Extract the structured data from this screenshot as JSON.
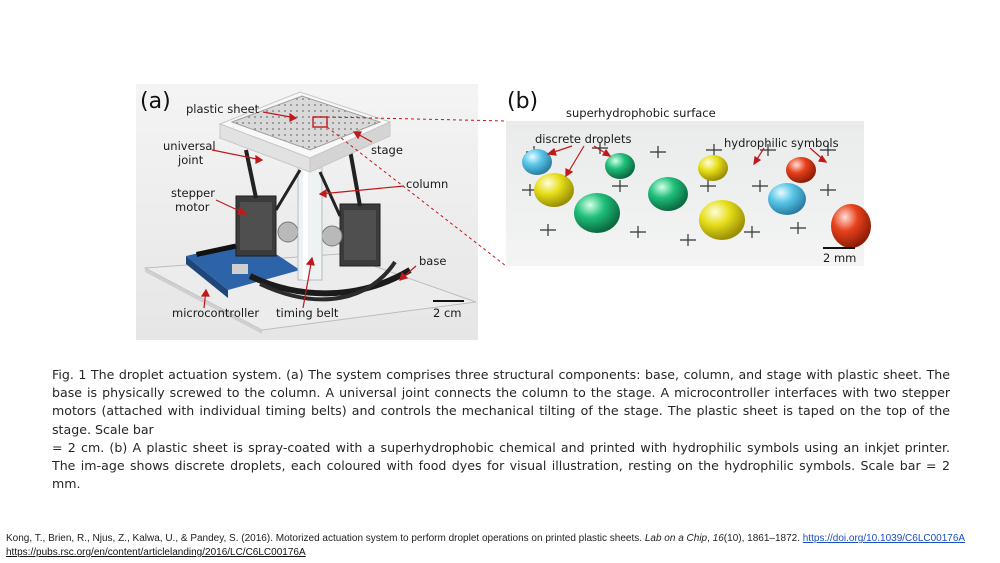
{
  "panel_a": {
    "letter": "(a)",
    "labels": {
      "plastic_sheet": "plastic sheet",
      "universal": "universal",
      "joint": "joint",
      "stage": "stage",
      "column": "column",
      "stepper": "stepper",
      "motor": "motor",
      "base": "base",
      "microcontroller": "microcontroller",
      "timing_belt": "timing belt",
      "scale": "2 cm"
    }
  },
  "panel_b": {
    "letter": "(b)",
    "labels": {
      "surface": "superhydrophobic surface",
      "droplets": "discrete droplets",
      "symbols": "hydrophilic symbols",
      "scale": "2 mm"
    }
  },
  "caption": {
    "line1": "Fig. 1  The droplet actuation system. (a) The system comprises three structural components: base, column, and stage with plastic sheet. The base is physically screwed to the column. A universal joint connects the column to the stage. A microcontroller interfaces with two stepper motors (attached with individual timing belts) and controls the mechanical tilting of the stage. The plastic sheet is taped on the top of the stage. Scale bar",
    "line2": "= 2 cm. (b) A plastic sheet is spray-coated with a superhydrophobic chemical and printed with hydrophilic symbols using an inkjet printer. The im-age shows discrete droplets, each coloured with food dyes for visual illustration, resting on the hydrophilic symbols. Scale bar = 2 mm."
  },
  "reference": {
    "authors": "Kong, T., Brien, R., Njus, Z., Kalwa, U., & Pandey, S. (2016). Motorized actuation system to perform droplet operations on printed plastic sheets. ",
    "journal": "Lab on a Chip",
    "comma": ", ",
    "volume": "16",
    "issue_pages": "(10), 1861–1872. ",
    "doi": "https://doi.org/10.1039/C6LC00176A",
    "url": "https://pubs.rsc.org/en/content/articlelanding/2016/LC/C6LC00176A"
  },
  "colors": {
    "droplet_blue": "#59c6e8",
    "droplet_yellow": "#e7df1a",
    "droplet_green": "#1fbf7a",
    "droplet_red": "#e8411c",
    "annotation_red": "#c0191c",
    "link_blue": "#1a4fc4"
  }
}
